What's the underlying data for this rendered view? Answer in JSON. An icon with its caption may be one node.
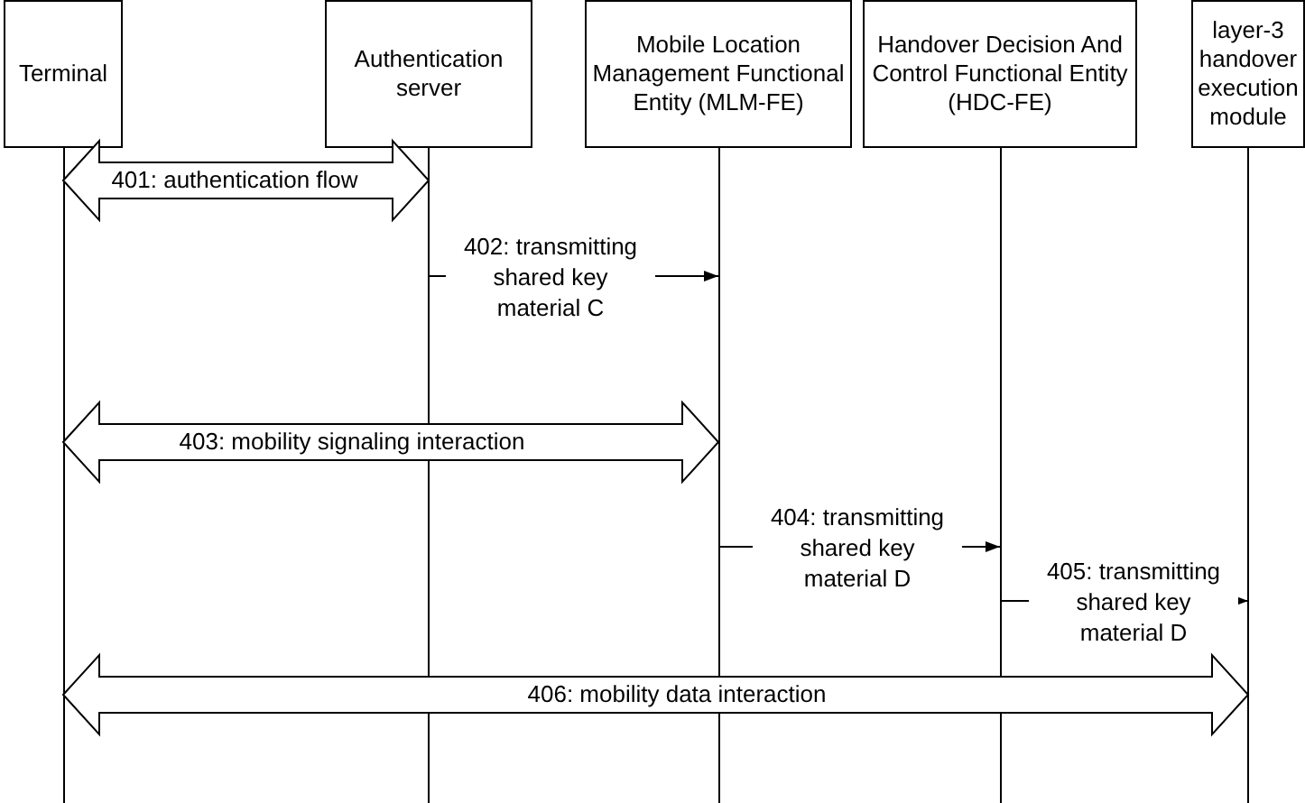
{
  "diagram": {
    "nodes": [
      {
        "text": [
          "Terminal"
        ]
      },
      {
        "text": [
          "Authentication server"
        ]
      },
      {
        "text": [
          "Mobile Location Management Functional Entity (MLM-FE)"
        ]
      },
      {
        "text": [
          "Handover Decision And Control Functional Entity (HDC-FE)"
        ]
      },
      {
        "text": [
          "layer-3 handover execution module"
        ]
      }
    ],
    "edges": [
      {
        "from": 0,
        "to": 1,
        "arrow": "both",
        "label": "401: authentication flow"
      },
      {
        "from": 1,
        "to": 2,
        "arrow": "to",
        "label": "402: transmitting shared key material C"
      },
      {
        "from": 0,
        "to": 2,
        "arrow": "both",
        "label": "403: mobility signaling interaction"
      },
      {
        "from": 2,
        "to": 3,
        "arrow": "to",
        "label": "404: transmitting shared key material D"
      },
      {
        "from": 3,
        "to": 4,
        "arrow": "to",
        "label": "405: transmitting shared key material D"
      },
      {
        "from": 0,
        "to": 4,
        "arrow": "both",
        "label": "406: mobility data interaction"
      }
    ]
  }
}
